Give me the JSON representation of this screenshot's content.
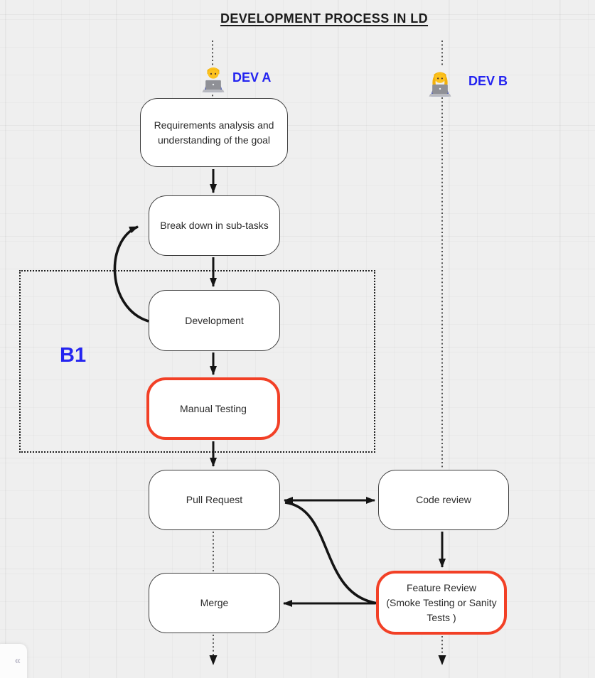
{
  "title": "DEVELOPMENT PROCESS IN LD",
  "lanes": {
    "dev_a": {
      "label": "DEV A",
      "avatar": "man-technologist-emoji"
    },
    "dev_b": {
      "label": "DEV B",
      "avatar": "woman-technologist-emoji"
    }
  },
  "group": {
    "label": "B1"
  },
  "nodes": {
    "requirements": {
      "label": "Requirements analysis and understanding of the goal",
      "lines": [
        "Requirements analysis and",
        "understanding of the goal"
      ],
      "style": "normal"
    },
    "breakdown": {
      "label": "Break down in sub-tasks",
      "lines": [
        "Break down in sub-tasks"
      ],
      "style": "normal"
    },
    "development": {
      "label": "Development",
      "lines": [
        "Development"
      ],
      "style": "normal"
    },
    "manual_testing": {
      "label": "Manual Testing",
      "lines": [
        "Manual Testing"
      ],
      "style": "highlight"
    },
    "pull_request": {
      "label": "Pull Request",
      "lines": [
        "Pull Request"
      ],
      "style": "normal"
    },
    "merge": {
      "label": "Merge",
      "lines": [
        "Merge"
      ],
      "style": "normal"
    },
    "code_review": {
      "label": "Code review",
      "lines": [
        "Code review"
      ],
      "style": "normal"
    },
    "feature_review": {
      "label": "Feature Review (Smoke Testing or Sanity Tests )",
      "lines": [
        "Feature Review",
        "(Smoke Testing or Sanity",
        "Tests )"
      ],
      "style": "highlight"
    }
  },
  "sidebar_toggle": {
    "glyph": "«"
  },
  "colors": {
    "accent_blue": "#2424f0",
    "highlight_red": "#f24026",
    "stroke_black": "#141414",
    "box_border": "#3e3e3e",
    "canvas_bg": "#efefef"
  }
}
